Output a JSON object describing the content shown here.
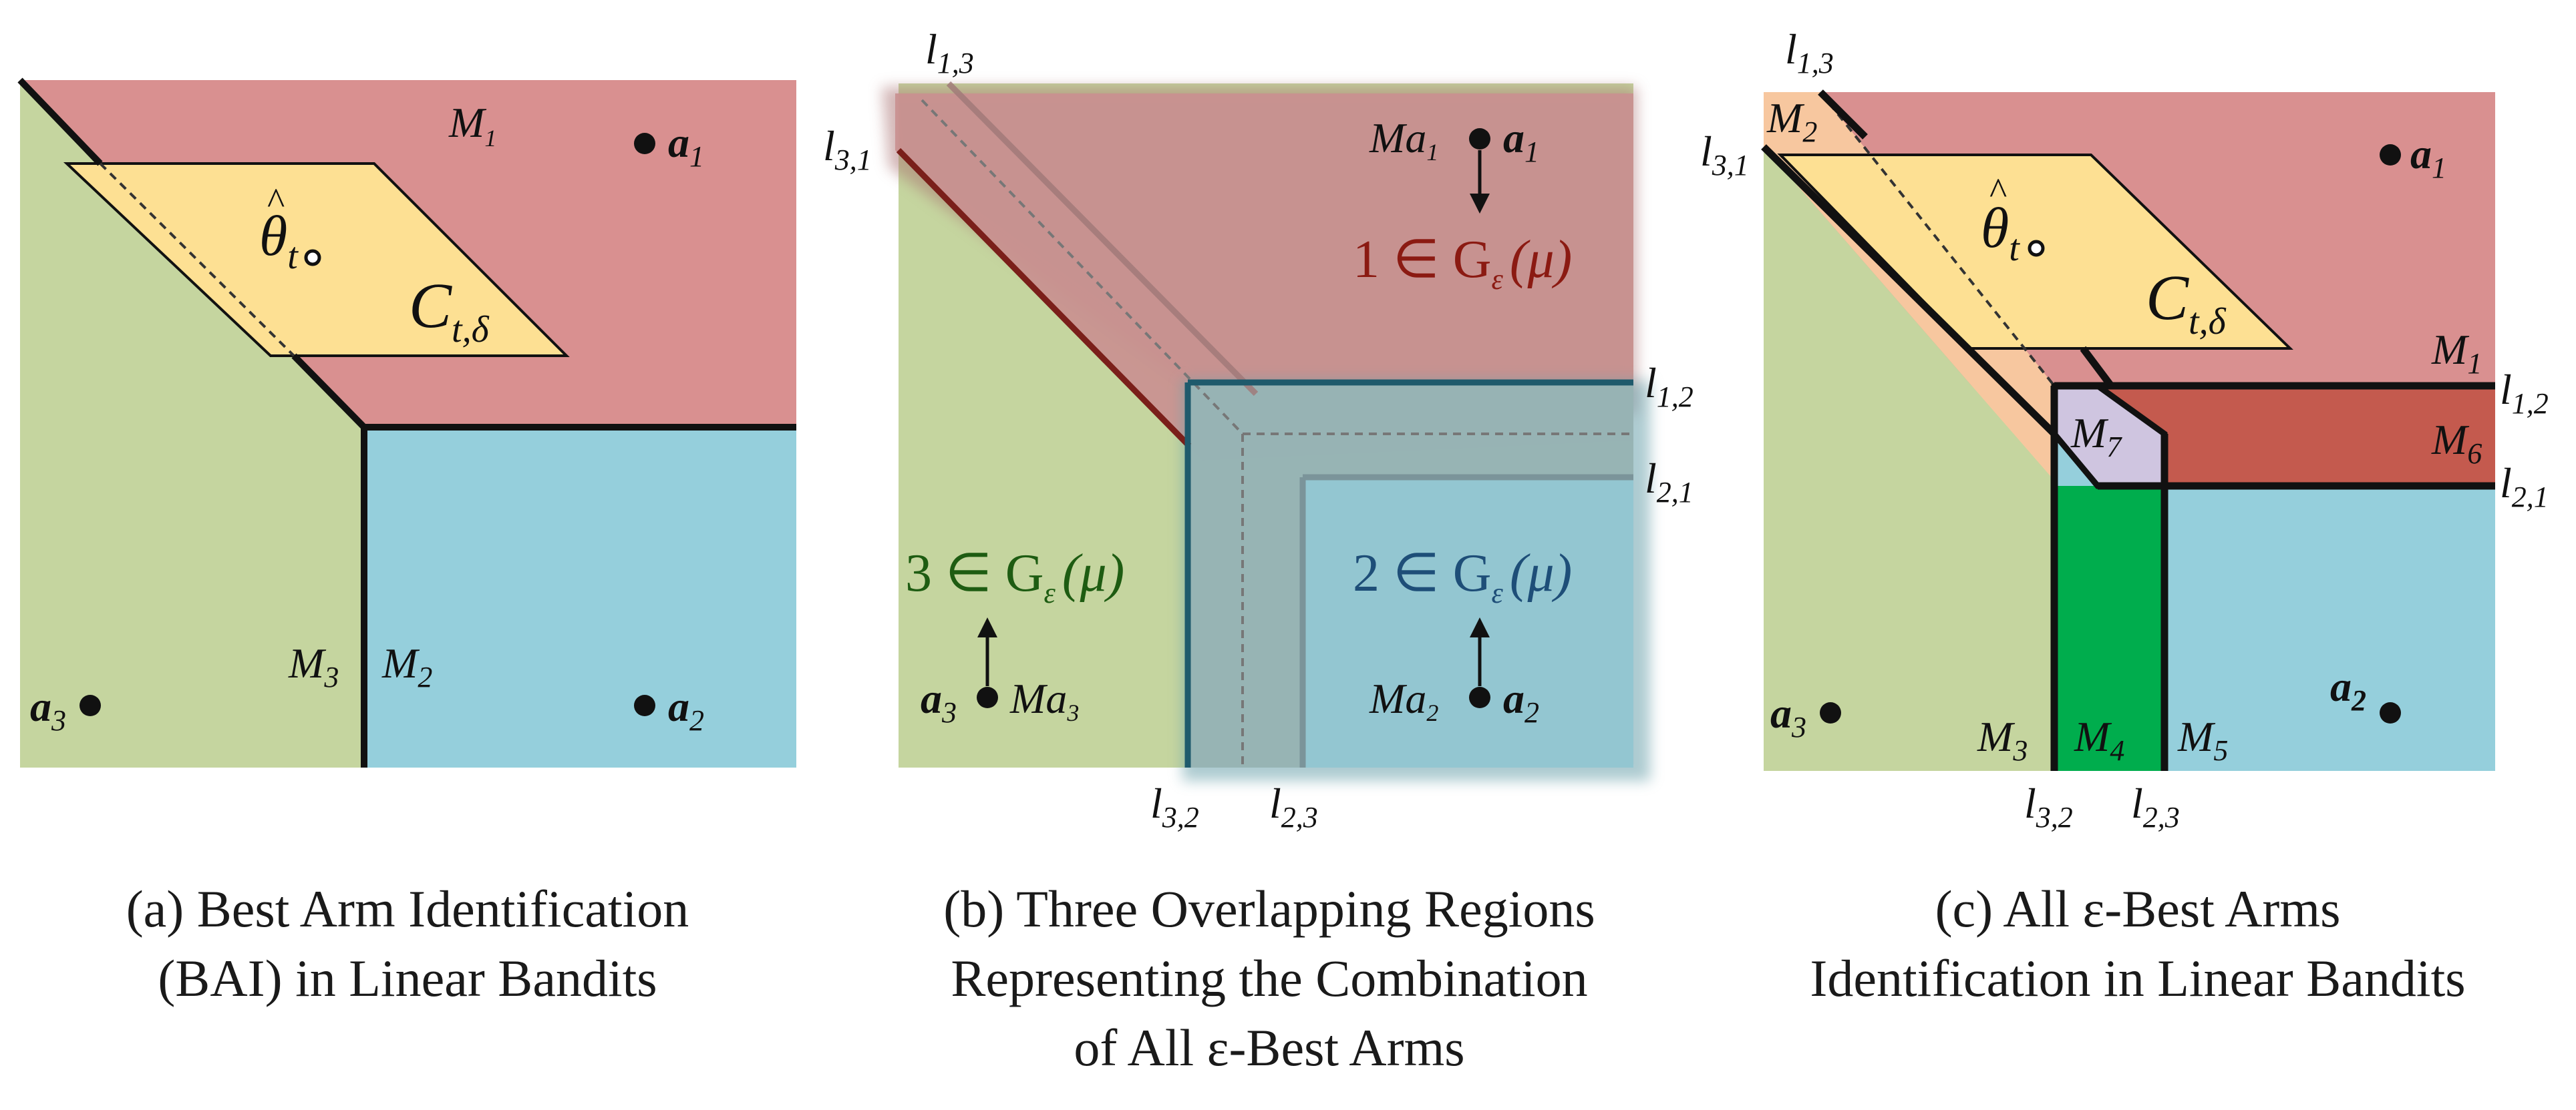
{
  "colors": {
    "green": "#c5d59f",
    "red": "#d99090",
    "blue": "#95cfdc",
    "yellow": "#fde093",
    "peach": "#f7c79f",
    "lavender": "#cfc5e0",
    "dark_red": "#c45a4e",
    "bright_green": "#00ad4d",
    "label_red": "#8b1a12",
    "label_green": "#1e5c12",
    "label_blue": "#1e4e78"
  },
  "panel_a": {
    "region_M1": "M",
    "region_M1_sub": "1",
    "region_M2": "M",
    "region_M2_sub": "2",
    "region_M3": "M",
    "region_M3_sub": "3",
    "theta_hat": "θ",
    "theta_sub": "t",
    "conf_set": "C",
    "conf_sub": "t,δ",
    "arm1": "a",
    "arm1_sub": "1",
    "arm2": "a",
    "arm2_sub": "2",
    "arm3": "a",
    "arm3_sub": "3",
    "caption_line1": "(a) Best Arm Identification",
    "caption_line2": "(BAI) in Linear Bandits"
  },
  "panel_b": {
    "l13": "l",
    "l13_sub": "1,3",
    "l31": "l",
    "l31_sub": "3,1",
    "l12": "l",
    "l12_sub": "1,2",
    "l21": "l",
    "l21_sub": "2,1",
    "l32": "l",
    "l32_sub": "3,2",
    "l23": "l",
    "l23_sub": "2,3",
    "Ma1": "Ma",
    "Ma1_sub": "1",
    "Ma2": "Ma",
    "Ma2_sub": "2",
    "Ma3": "Ma",
    "Ma3_sub": "3",
    "arm1": "a",
    "arm1_sub": "1",
    "arm2": "a",
    "arm2_sub": "2",
    "arm3": "a",
    "arm3_sub": "3",
    "set1": "1 ∈ G",
    "set2": "2 ∈ G",
    "set3": "3 ∈ G",
    "set_sub": "ε",
    "set_arg": "(μ)",
    "caption_line1": "(b) Three Overlapping Regions",
    "caption_line2": "Representing the Combination",
    "caption_line3": "of All ε-Best Arms"
  },
  "panel_c": {
    "l13": "l",
    "l13_sub": "1,3",
    "l31": "l",
    "l31_sub": "3,1",
    "l12": "l",
    "l12_sub": "1,2",
    "l21": "l",
    "l21_sub": "2,1",
    "l32": "l",
    "l32_sub": "3,2",
    "l23": "l",
    "l23_sub": "2,3",
    "M1": "M",
    "M1_sub": "1",
    "M2": "M",
    "M2_sub": "2",
    "M3": "M",
    "M3_sub": "3",
    "M4": "M",
    "M4_sub": "4",
    "M5": "M",
    "M5_sub": "5",
    "M6": "M",
    "M6_sub": "6",
    "M7": "M",
    "M7_sub": "7",
    "theta_hat": "θ",
    "theta_sub": "t",
    "conf_set": "C",
    "conf_sub": "t,δ",
    "arm1": "a",
    "arm1_sub": "1",
    "arm2": "a",
    "arm2_sub": "2",
    "arm3": "a",
    "arm3_sub": "3",
    "caption_line1": "(c) All ε-Best Arms",
    "caption_line2": "Identification in Linear Bandits"
  }
}
